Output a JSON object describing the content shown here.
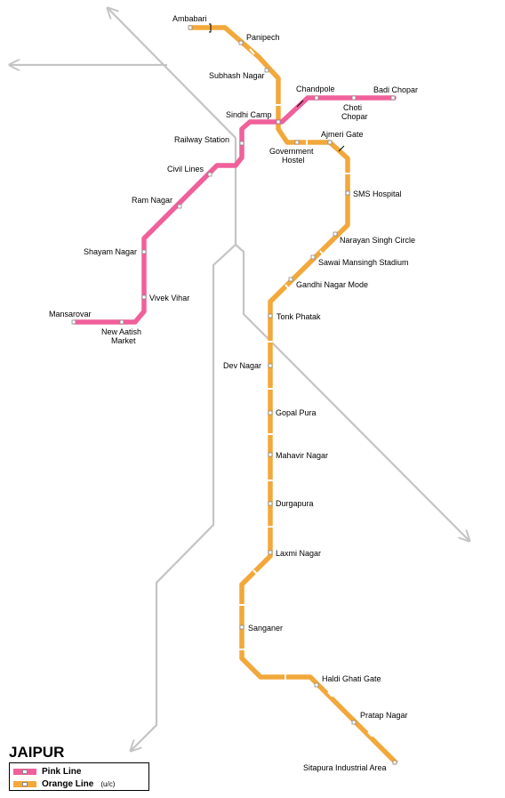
{
  "map": {
    "city": "JAIPUR",
    "lines": {
      "pink": {
        "name": "Pink Line",
        "color": "#f0609a"
      },
      "orange": {
        "name": "Orange Line",
        "note": "(u/c)",
        "color": "#f2a83a"
      }
    },
    "railway_color": "#c4c4c4",
    "pink_stations": [
      "Mansarovar",
      "New Aatish Market",
      "Vivek Vihar",
      "Shayam Nagar",
      "Ram Nagar",
      "Civil Lines",
      "Railway Station",
      "Sindhi Camp",
      "Chandpole",
      "Choti Chopar",
      "Badi Chopar"
    ],
    "orange_stations": [
      "Ambabari",
      "Panipech",
      "Subhash Nagar",
      "Sindhi Camp",
      "Government Hostel",
      "Ajmeri Gate",
      "SMS Hospital",
      "Narayan Singh Circle",
      "Sawai Mansingh Stadium",
      "Gandhi Nagar Mode",
      "Tonk Phatak",
      "Dev Nagar",
      "Gopal Pura",
      "Mahavir Nagar",
      "Durgapura",
      "Laxmi Nagar",
      "Sanganer",
      "Haldi Ghati Gate",
      "Pratap Nagar",
      "Sitapura Industrial Area"
    ],
    "labels": {
      "ambabari": "Ambabari",
      "panipech": "Panipech",
      "subhash_nagar": "Subhash Nagar",
      "chandpole": "Chandpole",
      "badi_chopar": "Badi Chopar",
      "choti": "Choti",
      "chopar": "Chopar",
      "sindhi_camp": "Sindhi Camp",
      "railway_station": "Railway Station",
      "government": "Government",
      "hostel": "Hostel",
      "ajmeri_gate": "Ajmeri Gate",
      "civil_lines": "Civil Lines",
      "sms_hospital": "SMS Hospital",
      "ram_nagar": "Ram Nagar",
      "narayan_singh_circle": "Narayan Singh Circle",
      "sawai_mansingh_stadium": "Sawai Mansingh Stadium",
      "shayam_nagar": "Shayam Nagar",
      "gandhi_nagar_mode": "Gandhi Nagar Mode",
      "vivek_vihar": "Vivek Vihar",
      "mansarovar": "Mansarovar",
      "new_aatish": "New Aatish",
      "market": "Market",
      "tonk_phatak": "Tonk Phatak",
      "dev_nagar": "Dev Nagar",
      "gopal_pura": "Gopal Pura",
      "mahavir_nagar": "Mahavir Nagar",
      "durgapura": "Durgapura",
      "laxmi_nagar": "Laxmi Nagar",
      "sanganer": "Sanganer",
      "haldi_ghati_gate": "Haldi Ghati Gate",
      "pratap_nagar": "Pratap Nagar",
      "sitapura": "Sitapura Industrial Area"
    }
  }
}
